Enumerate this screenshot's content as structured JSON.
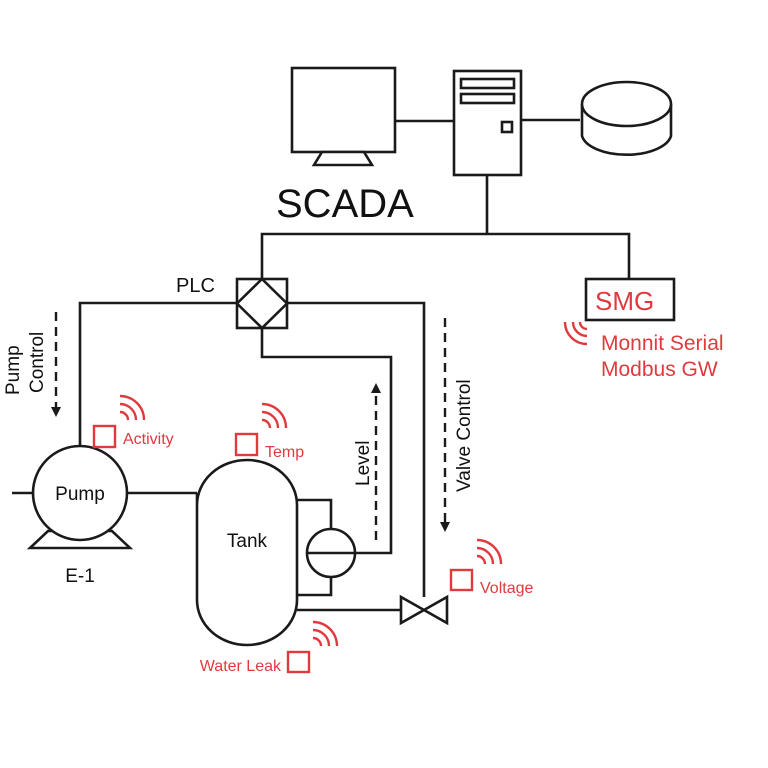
{
  "diagram": {
    "title": "SCADA",
    "colors": {
      "line": "#1a1a1a",
      "sensor": "#e03a3e"
    },
    "components": {
      "monitor": "monitor-icon",
      "server": "server-icon",
      "database": "database-icon",
      "plc": {
        "label": "PLC"
      },
      "gateway": {
        "label": "SMG",
        "description_line1": "Monnit Serial",
        "description_line2": "Modbus GW"
      },
      "pump": {
        "label": "Pump",
        "tag": "E-1"
      },
      "tank": {
        "label": "Tank"
      },
      "level_gauge": "level-gauge-icon",
      "valve": "valve-icon"
    },
    "signals": {
      "pump_control_line1": "Pump",
      "pump_control_line2": "Control",
      "level": "Level",
      "valve_control": "Valve Control"
    },
    "sensors": [
      {
        "label": "Activity"
      },
      {
        "label": "Temp"
      },
      {
        "label": "Voltage"
      },
      {
        "label": "Water Leak"
      }
    ]
  }
}
